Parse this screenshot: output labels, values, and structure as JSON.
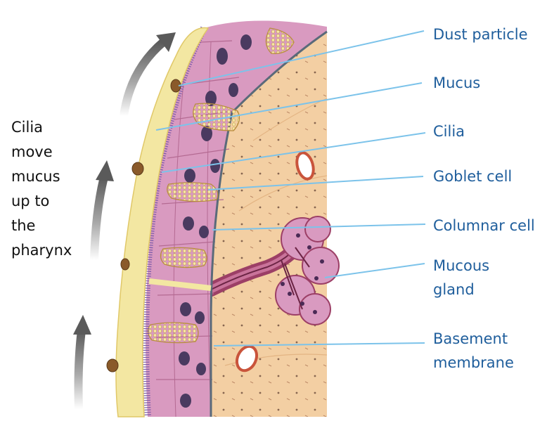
{
  "caption_lines": [
    "Cilia",
    "move",
    "mucus",
    "up to",
    "the",
    "pharynx"
  ],
  "labels": {
    "dust_particle": "Dust particle",
    "mucus": "Mucus",
    "cilia": "Cilia",
    "goblet_cell": "Goblet cell",
    "columnar_cell": "Columnar cell",
    "mucous_gland_1": "Mucous",
    "mucous_gland_2": "gland",
    "basement_membrane_1": "Basement",
    "basement_membrane_2": "membrane"
  },
  "colors": {
    "label_text": "#1f5e9c",
    "leader_line": "#7cc3ea",
    "mucus_layer": "#f3e7a2",
    "epithelium": "#d99ac0",
    "connective_tissue": "#f3cfa3",
    "arrow": "#6e6e6e"
  }
}
